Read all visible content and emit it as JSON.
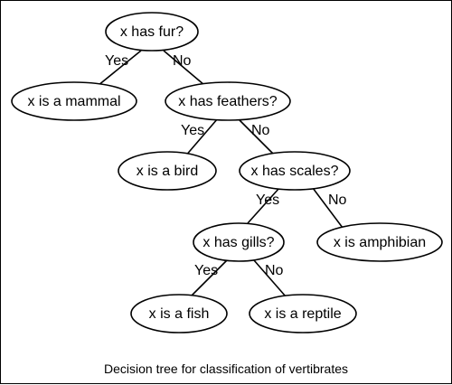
{
  "diagram": {
    "nodes": {
      "fur": "x has fur?",
      "mammal": "x is a mammal",
      "feathers": "x has feathers?",
      "bird": "x is a bird",
      "scales": "x has scales?",
      "gills": "x has gills?",
      "amphibian": "x is amphibian",
      "fish": "x is a fish",
      "reptile": "x is a reptile"
    },
    "edge_labels": {
      "fur_yes": "Yes",
      "fur_no": "No",
      "feathers_yes": "Yes",
      "feathers_no": "No",
      "scales_yes": "Yes",
      "scales_no": "No",
      "gills_yes": "Yes",
      "gills_no": "No"
    },
    "caption": "Decision tree for classification of vertibrates"
  }
}
